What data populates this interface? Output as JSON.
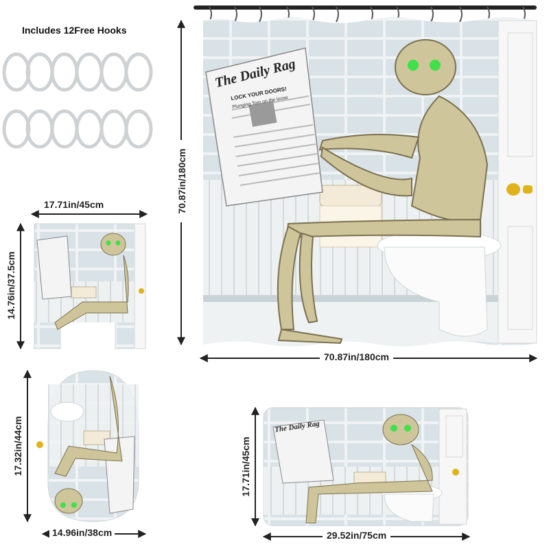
{
  "header": {
    "hooks_text": "Includes 12Free Hooks"
  },
  "curtain": {
    "width_label": "70.87in/180cm",
    "height_label": "70.87in/180cm",
    "newspaper_title": "The Daily Rag",
    "headline": "LOCK YOUR DOORS!",
    "subheadline": "Plunging Tom on the loose"
  },
  "contour_mat": {
    "width_label": "17.71in/45cm",
    "height_label": "14.76in/37.5cm"
  },
  "lid_cover": {
    "width_label": "14.96in/38cm",
    "height_label": "17.32in/44cm"
  },
  "bath_mat": {
    "width_label": "29.52in/75cm",
    "height_label": "17.71in/45cm",
    "newspaper_title": "The Daily Rag"
  },
  "colors": {
    "tile": "#dfe7ea",
    "bone": "#cfc59a",
    "eye": "#3fe04a",
    "door": "#f6f6f6",
    "knob": "#e0b21c"
  }
}
